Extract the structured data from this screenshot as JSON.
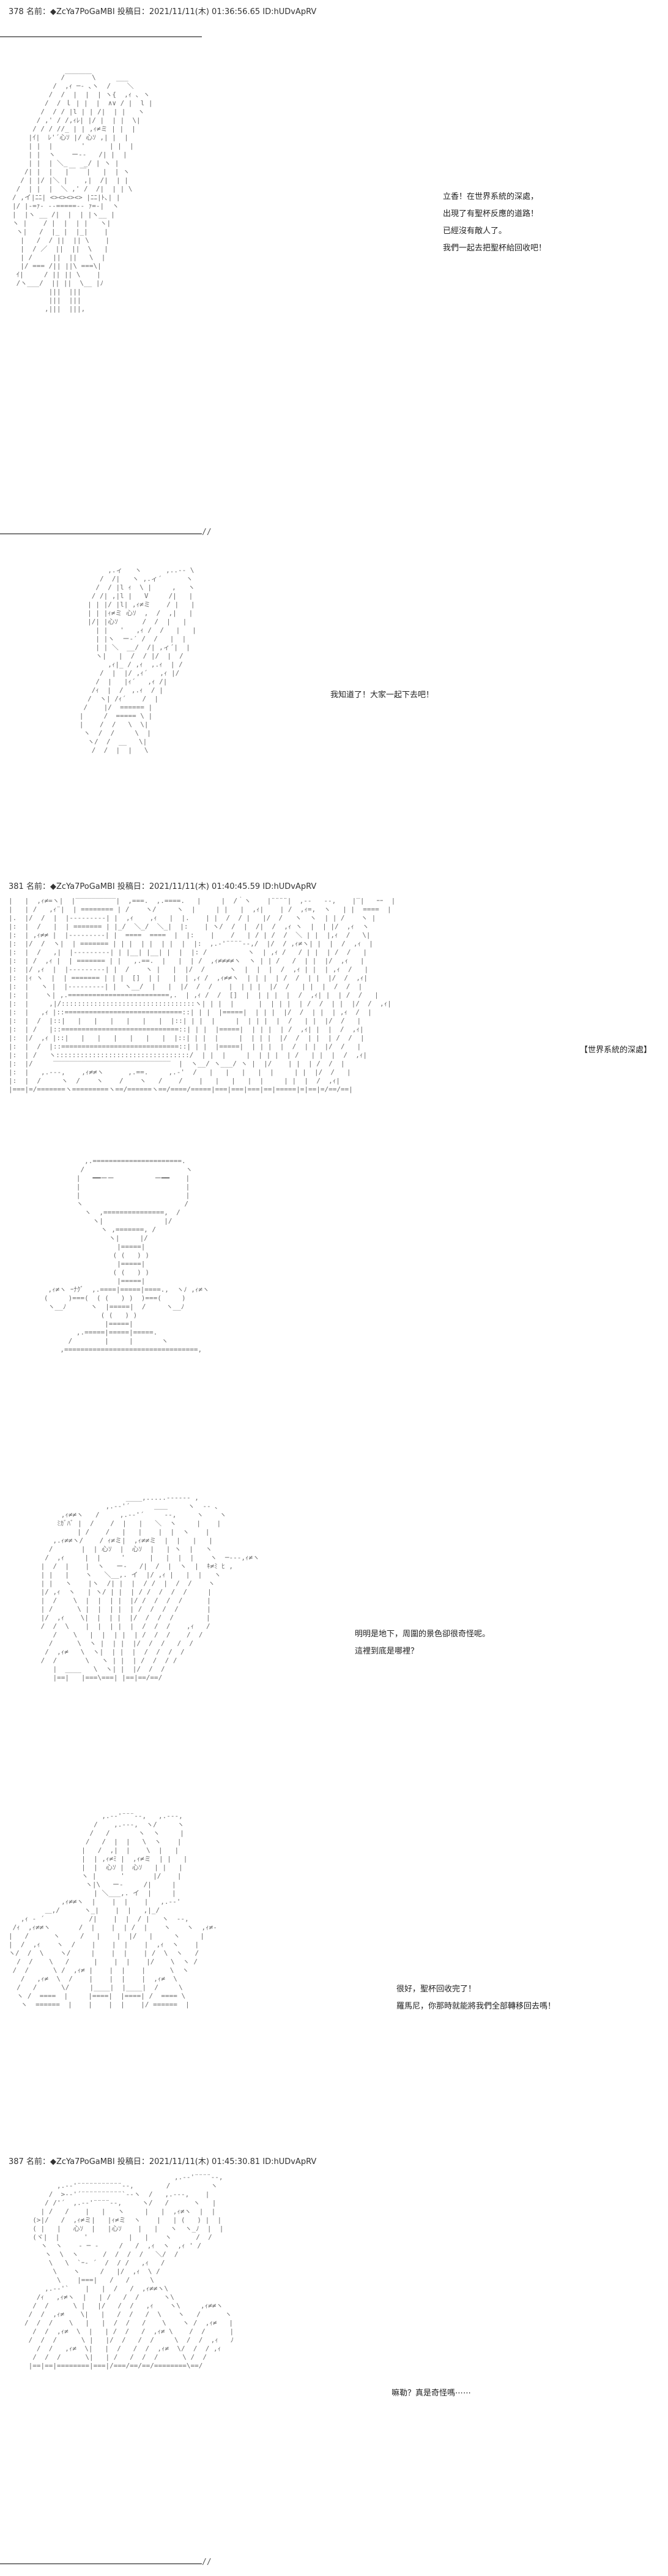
{
  "posts": [
    {
      "header": "378 名前：◆ZcYa7PoGaMBI 投稿日：2021/11/11(木) 01:36:56.65 ID:hUDvApRV"
    },
    {
      "header": "381 名前：◆ZcYa7PoGaMBI 投稿日：2021/11/11(木) 01:40:45.59 ID:hUDvApRV"
    },
    {
      "header": "387 名前：◆ZcYa7PoGaMBI 投稿日：2021/11/11(木) 01:45:30.81 ID:hUDvApRV"
    }
  ],
  "separator_mark": "//",
  "dialogs": {
    "d1": [
      "立香！在世界系統的深處，",
      "出現了有聖杯反應的道路！",
      "已經沒有敵人了。",
      "我們一起去把聖杯給回收吧！"
    ],
    "d2": [
      "我知道了！大家一起下去吧！"
    ],
    "d3": [
      "【世界系統的深處】"
    ],
    "d4": [
      "明明是地下，周圍的景色卻很奇怪呢。",
      "這裡到底是哪裡？"
    ],
    "d5": [
      "很好，聖杯回收完了！",
      "羅馬尼，你那時就能將我們全部轉移回去嗎！"
    ],
    "d6": [
      "嘛勒？真是奇怪嗎⋯⋯"
    ]
  }
}
